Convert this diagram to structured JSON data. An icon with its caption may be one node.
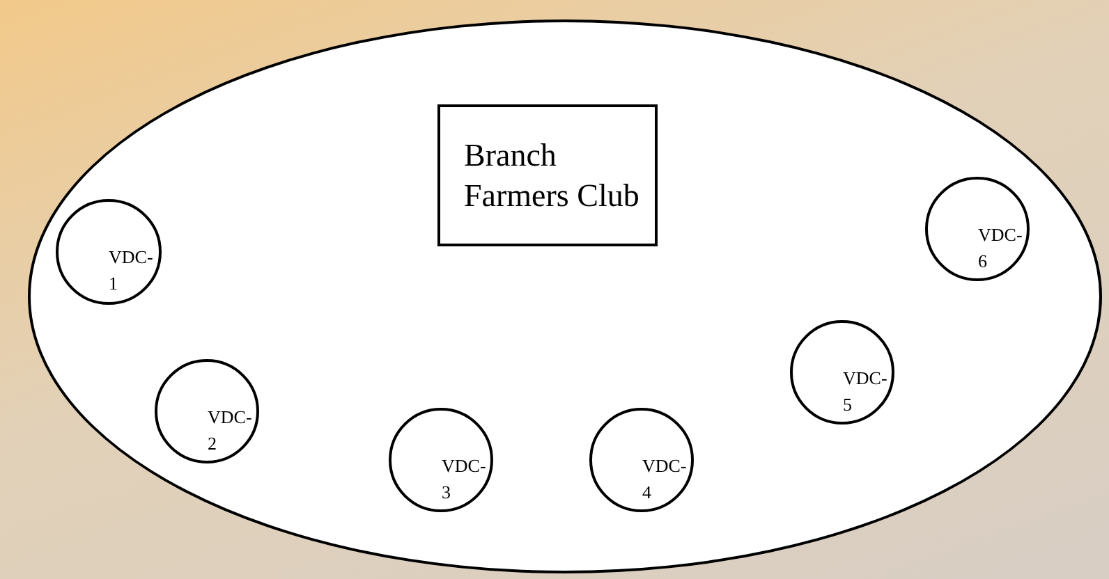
{
  "diagram": {
    "nodes": [
      {
        "text": [],
        "shape": "ellipse"
      },
      {
        "text": [
          "Branch Farmers Club"
        ],
        "in": 0
      },
      {
        "text": [
          "VDC- 1"
        ],
        "in": 0
      },
      {
        "text": [
          "VDC- 2"
        ],
        "in": 0
      },
      {
        "text": [
          "VDC- 3"
        ],
        "in": 0
      },
      {
        "text": [
          "VDC- 4"
        ],
        "in": 0
      },
      {
        "text": [
          "VDC- 5"
        ],
        "in": 0
      },
      {
        "text": [
          "VDC- 6"
        ],
        "in": 0
      }
    ]
  }
}
